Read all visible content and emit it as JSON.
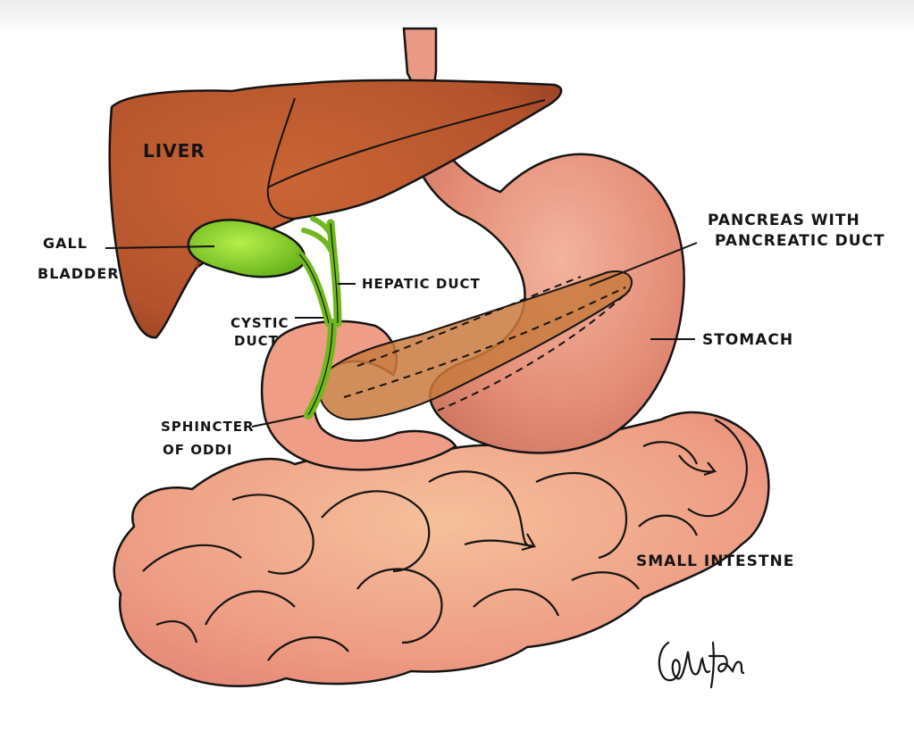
{
  "labels": {
    "liver": "LIVER",
    "gall_bladder": [
      "GALL",
      "BLADDER"
    ],
    "hepatic_duct": "HEPATIC DUCT",
    "cystic_duct": [
      "CYSTIC",
      "DUCT"
    ],
    "pancreas": [
      "PANCREAS WITH",
      "PANCREATIC DUCT"
    ],
    "stomach": "STOMACH",
    "sphincter": [
      "SPHINCTER",
      "OF ODDI"
    ],
    "small_intestine": "SMALL INTESTNE"
  },
  "signature": "Gulfam",
  "colors": {
    "liver": "#b8542c",
    "liver_dark": "#8e3a1f",
    "gall_bladder": "#7fd12a",
    "duct": "#6fb81e",
    "stomach": "#e8907a",
    "pancreas": "#c97a3e",
    "intestine": "#ee9a82",
    "outline": "#141414"
  }
}
